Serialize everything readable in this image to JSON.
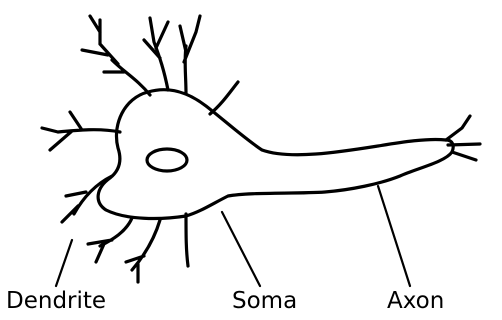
{
  "labels": {
    "dendrite": "Dendrite",
    "soma": "Soma",
    "axon": "Axon"
  },
  "colors": {
    "stroke": "#000000",
    "background": "#ffffff"
  }
}
